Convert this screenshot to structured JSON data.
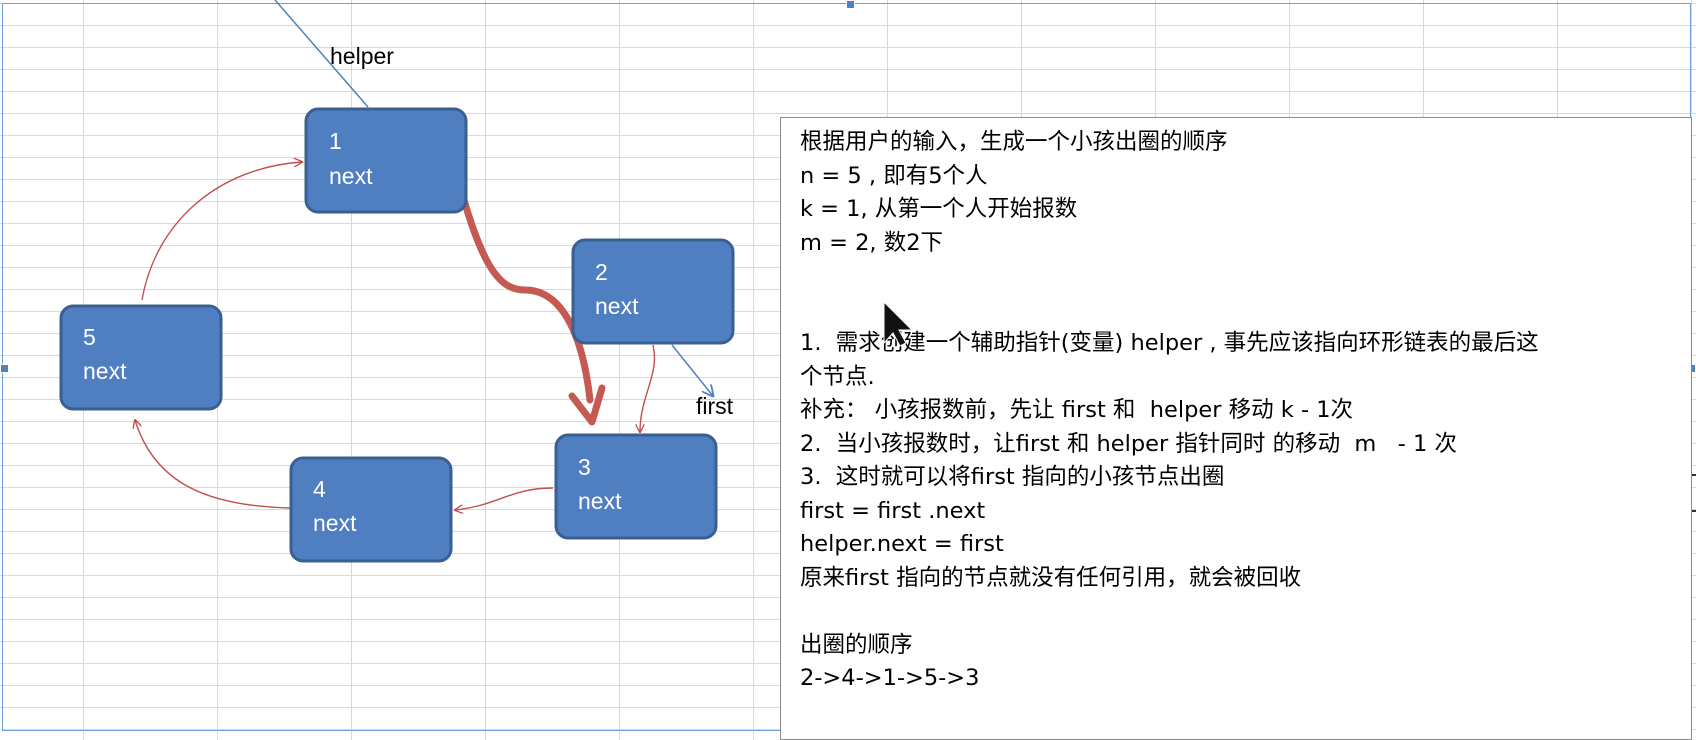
{
  "diagram": {
    "nodes": [
      {
        "id": "1",
        "label": "next"
      },
      {
        "id": "2",
        "label": "next"
      },
      {
        "id": "3",
        "label": "next"
      },
      {
        "id": "4",
        "label": "next"
      },
      {
        "id": "5",
        "label": "next"
      }
    ],
    "pointers": {
      "helper": "helper",
      "first": "first"
    }
  },
  "note": {
    "lines": [
      "根据用户的输入，生成一个小孩出圈的顺序",
      "n = 5 , 即有5个人",
      "k = 1, 从第一个人开始报数",
      "m = 2, 数2下",
      "",
      "",
      "1.  需求创建一个辅助指针(变量) helper , 事先应该指向环形链表的最后这",
      "个节点.",
      "补充： 小孩报数前，先让 first 和  helper 移动 k - 1次",
      "2.  当小孩报数时，让first 和 helper 指针同时 的移动  m   - 1 次",
      "3.  这时就可以将first 指向的小孩节点出圈",
      "first = first .next",
      "helper.next = first",
      "原来first 指向的节点就没有任何引用，就会被回收",
      "",
      "出圈的顺序",
      "2->4->1->5->3"
    ]
  },
  "colors": {
    "node_fill": "#4f7fc0",
    "node_border": "#3a5f93",
    "link": "#c0504d",
    "pointer": "#4f81bd",
    "grid": "#d9d9d9"
  }
}
